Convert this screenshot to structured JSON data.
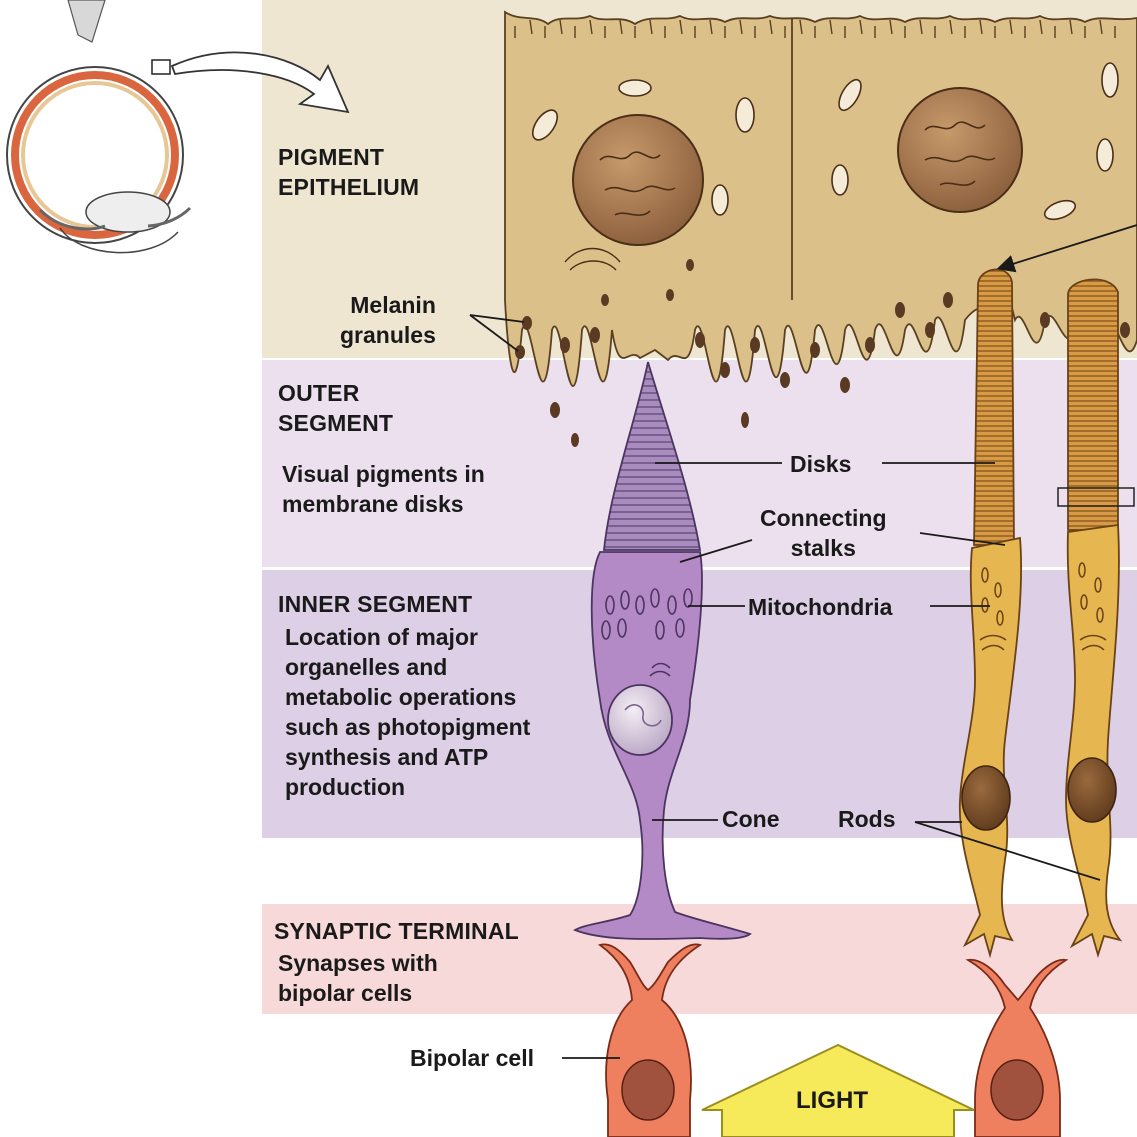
{
  "layers": {
    "pigment_epithelium": {
      "title": "PIGMENT\nEPITHELIUM"
    },
    "outer_segment": {
      "title": "OUTER\nSEGMENT",
      "description": "Visual pigments in\nmembrane disks"
    },
    "inner_segment": {
      "title": "INNER SEGMENT",
      "description": "Location of major\norganelles and\nmetabolic operations\nsuch as photopigment\nsynthesis and ATP\nproduction"
    },
    "synaptic_terminal": {
      "title": "SYNAPTIC TERMINAL",
      "description": "Synapses with\nbipolar cells"
    }
  },
  "labels": {
    "melanin": "Melanin\ngranules",
    "disks": "Disks",
    "connecting_stalks": "Connecting\nstalks",
    "mitochondria": "Mitochondria",
    "cone": "Cone",
    "rods": "Rods",
    "bipolar_cell": "Bipolar cell",
    "light": "LIGHT"
  },
  "colors": {
    "pigment_band": "#efe6d2",
    "outer_band": "#ece0ef",
    "inner_band": "#dccfe6",
    "synaptic_band": "#f7d9da",
    "epithelium_cell": "#dcc08a",
    "melanin": "#5a3a22",
    "cone": "#b48ac6",
    "rod": "#e6b650",
    "bipolar": "#ee8060",
    "light_arrow": "#f7ea5a"
  }
}
